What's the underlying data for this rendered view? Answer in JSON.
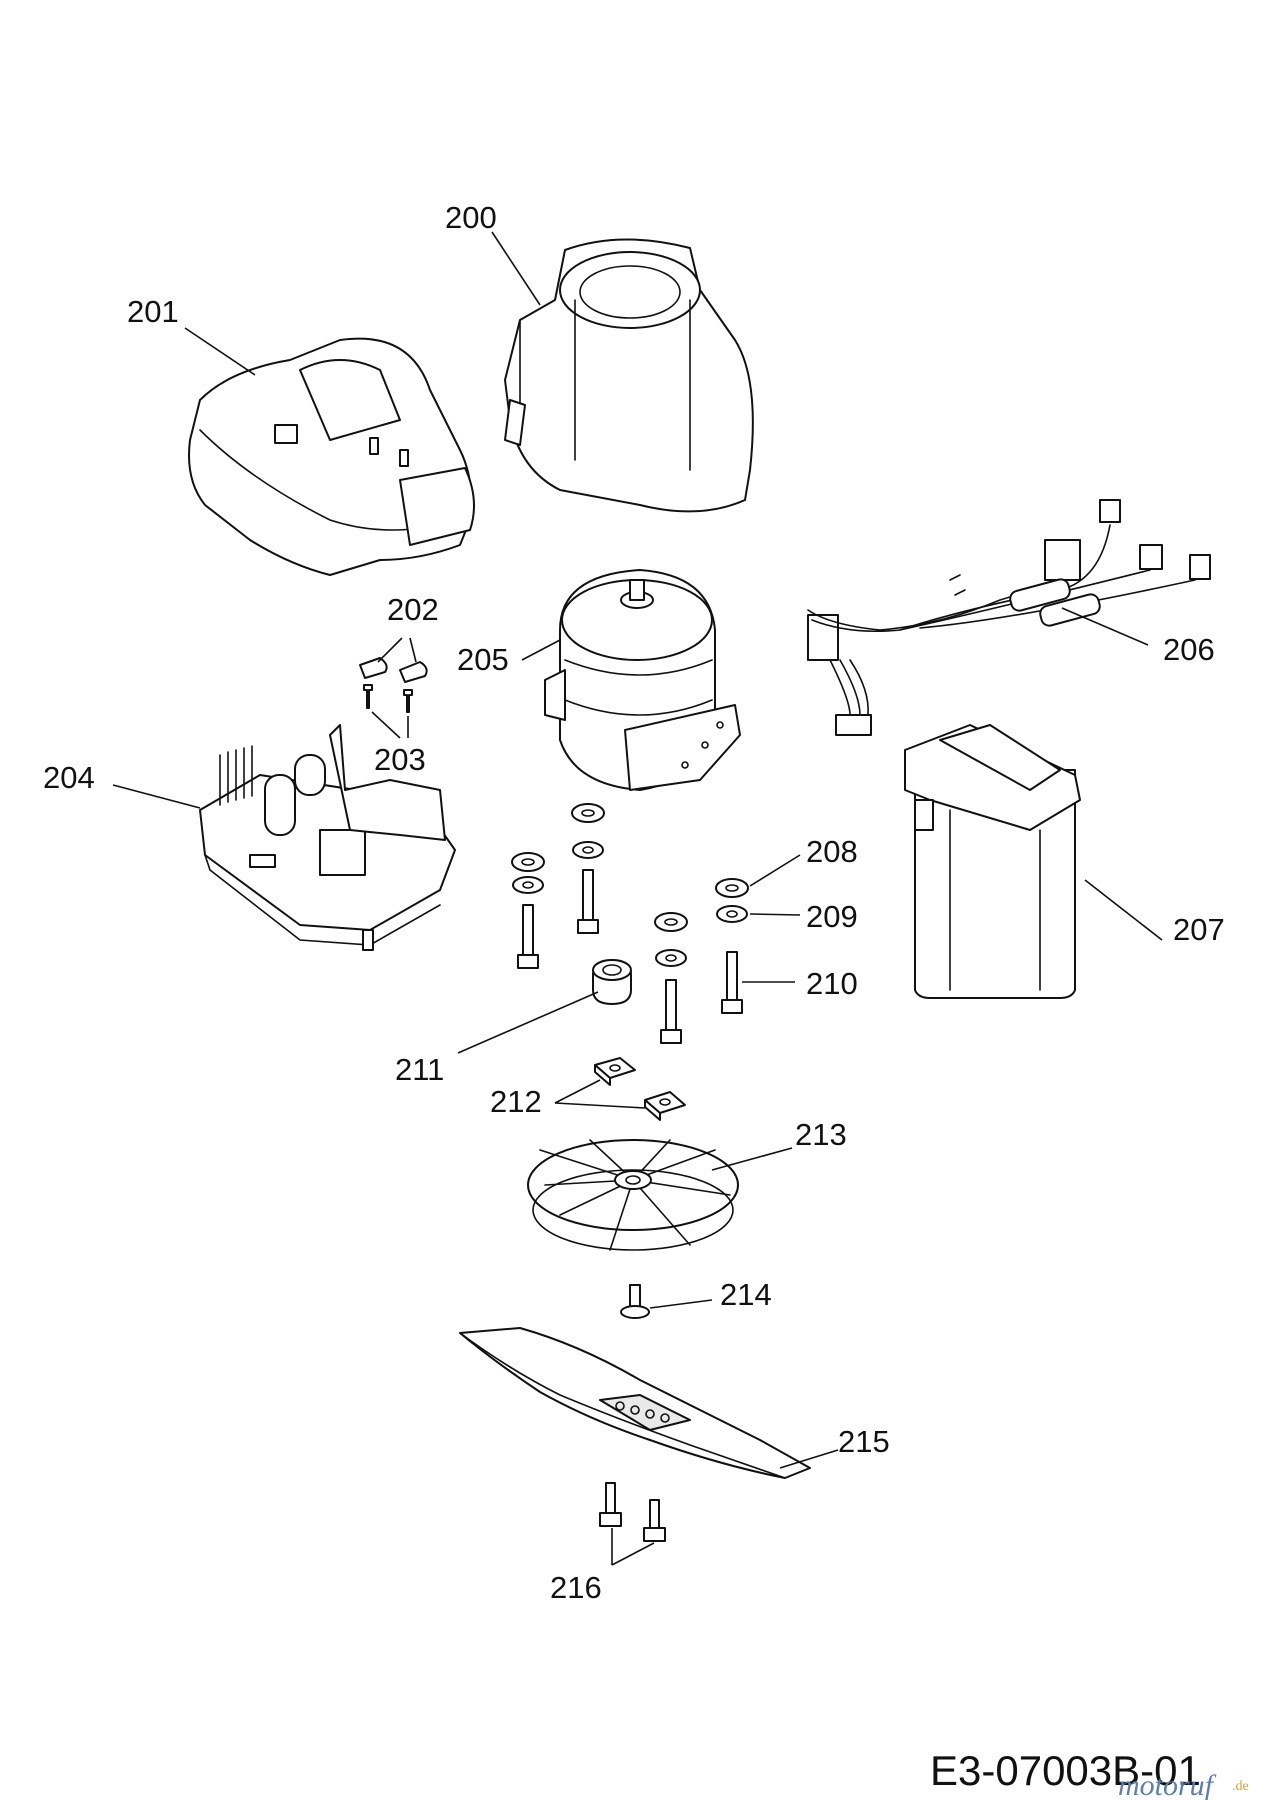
{
  "colors": {
    "line": "#111111",
    "background": "#ffffff",
    "watermark": "#5a7fb0",
    "watermark_accent": "#d9a13a"
  },
  "callouts": {
    "c200": "200",
    "c201": "201",
    "c202": "202",
    "c203": "203",
    "c204": "204",
    "c205": "205",
    "c206": "206",
    "c207": "207",
    "c208": "208",
    "c209": "209",
    "c210": "210",
    "c211": "211",
    "c212": "212",
    "c213": "213",
    "c214": "214",
    "c215": "215",
    "c216": "216"
  },
  "drawing_id": "E3-07003B-01",
  "watermark": {
    "brand": "motoruf",
    "suffix": ".de"
  }
}
